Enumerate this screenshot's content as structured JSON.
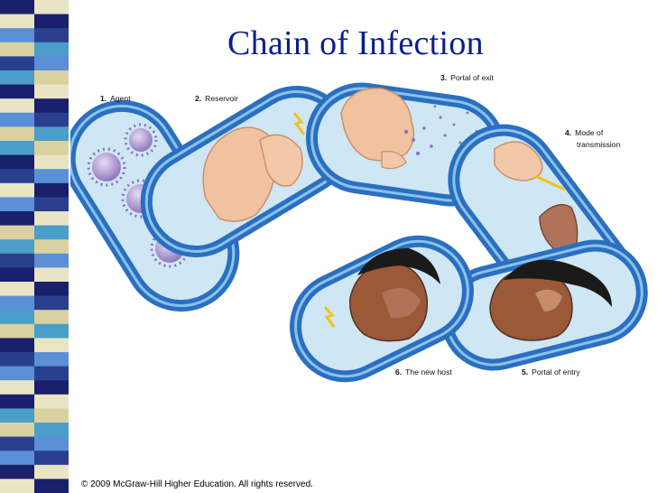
{
  "slide": {
    "title": "Chain of Infection",
    "copyright": "© 2009 McGraw-Hill Higher Education. All rights reserved."
  },
  "links": [
    {
      "number": "1.",
      "label": "Agent"
    },
    {
      "number": "2.",
      "label": "Reservoir"
    },
    {
      "number": "3.",
      "label": "Portal of exit"
    },
    {
      "number": "4.",
      "label": "Mode of",
      "label2": "transmission"
    },
    {
      "number": "5.",
      "label": "Portal of entry"
    },
    {
      "number": "6.",
      "label": "The new host"
    }
  ],
  "colors": {
    "link_ring": "#2a6fc0",
    "link_fill": "#cfe6f4",
    "stripe_palette": [
      "#1a1f6b",
      "#5b8fd6",
      "#d9d2a0",
      "#e8e4c4",
      "#2b3f8f",
      "#4a9ec9"
    ]
  }
}
